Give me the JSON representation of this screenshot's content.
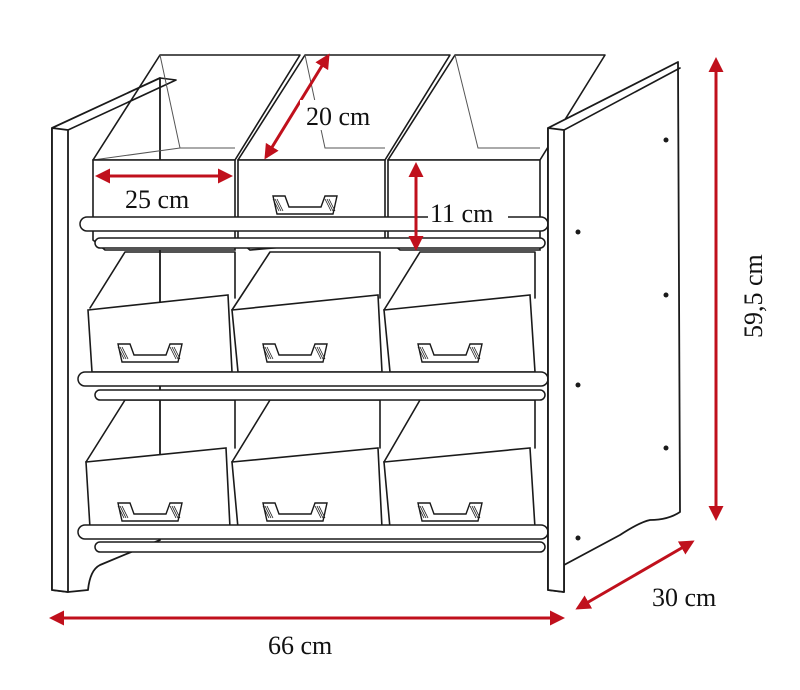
{
  "dimensions": {
    "bin_width": "25 cm",
    "bin_depth": "20 cm",
    "bin_height": "11 cm",
    "total_height": "59,5 cm",
    "total_depth": "30 cm",
    "total_width": "66 cm"
  },
  "colors": {
    "dimension_arrow": "#c0101c",
    "outline": "#1a1a1a"
  }
}
